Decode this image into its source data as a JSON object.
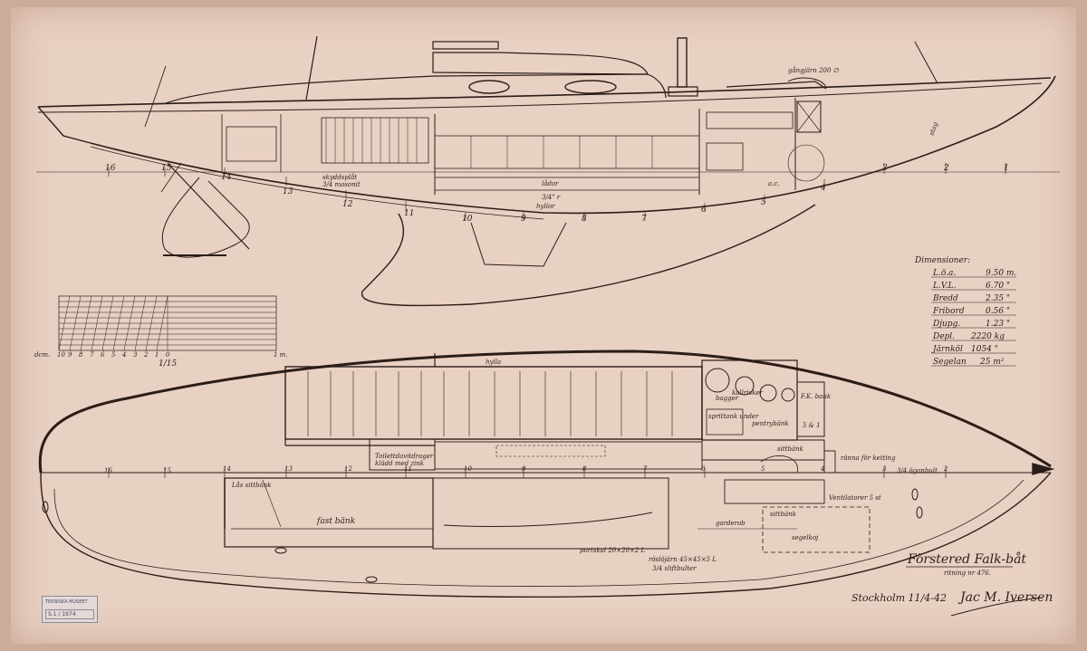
{
  "sheet": {
    "paper_color": "#e8d0c2",
    "border_color": "#c9ad98",
    "ink_color": "#2b1d18"
  },
  "title": {
    "main": "Förstered Falk-båt",
    "sub": "ritning nr 476."
  },
  "place_date": "Stockholm 11/4-42",
  "signature": "Jac M. Iversen",
  "stamp": {
    "line1": "TEKNISKA MUSEET",
    "line2": "S.1 / 1974"
  },
  "dimensions": {
    "heading": "Dimensioner:",
    "rows": [
      {
        "label": "L.ö.a.",
        "value": "9.50 m."
      },
      {
        "label": "L.V.L.",
        "value": "6.70 \""
      },
      {
        "label": "Bredd",
        "value": "2.35 \""
      },
      {
        "label": "Fribord",
        "value": "0.56 \""
      },
      {
        "label": "Djupg.",
        "value": "1.23 \""
      },
      {
        "label": "Depl.",
        "value": "2220 kg"
      },
      {
        "label": "Järnköl",
        "value": "1054 \""
      },
      {
        "label": "Segelan",
        "value": "25 m²"
      }
    ]
  },
  "scale": {
    "unit_left": "dcm.",
    "ticks": [
      "10",
      "9",
      "8",
      "7",
      "6",
      "5",
      "4",
      "3",
      "2",
      "1",
      "0"
    ],
    "unit_right": "1 m.",
    "ratio": "1/15"
  },
  "frame_numbers_profile": [
    "16",
    "15",
    "14",
    "13",
    "12",
    "11",
    "10",
    "9",
    "8",
    "7",
    "6",
    "5",
    "4",
    "3",
    "2",
    "1"
  ],
  "frame_numbers_plan": [
    "16",
    "15",
    "14",
    "13",
    "12",
    "11",
    "10",
    "9",
    "8",
    "7",
    "6",
    "5",
    "4",
    "3",
    "2"
  ],
  "profile_labels": {
    "gangjarn": "gångjärn 200 ∅",
    "stag": "stag",
    "skyddsplat": "skyddsplåt",
    "masonit": "3/4 masonit",
    "lador": "lådor",
    "hyllor": "hyllor",
    "dim": "3/4\"  r",
    "ac": "a.c."
  },
  "plan_labels": {
    "hylla": "hylla",
    "kallrisker": "kallrisker",
    "bagger": "bagger",
    "sprittank_under": "sprittank under",
    "pentrybank": "pentrybänk",
    "fkbank": "F.K. bank",
    "siff": "5 & 1",
    "sittbank": "sittbänk",
    "ranna": "ränna för ketting",
    "oganbult": "3/4 öganbult",
    "toiletdavit": "Toilettdavitdrager",
    "kladd_zink": "klädd med zink",
    "las_sittbank": "Lås sittbänk",
    "fast_bank": "fast bänk",
    "garderob": "garderob",
    "sittbank2": "sittbänk",
    "ventilatorer": "Ventilatorer 5 st",
    "segelkoj": "segelkoj",
    "portskal": "portskal 20×20×2 L",
    "roslojarn": "röslöjärn 45×45×5 L",
    "siffbultar": "3/4 sliftbulter"
  }
}
